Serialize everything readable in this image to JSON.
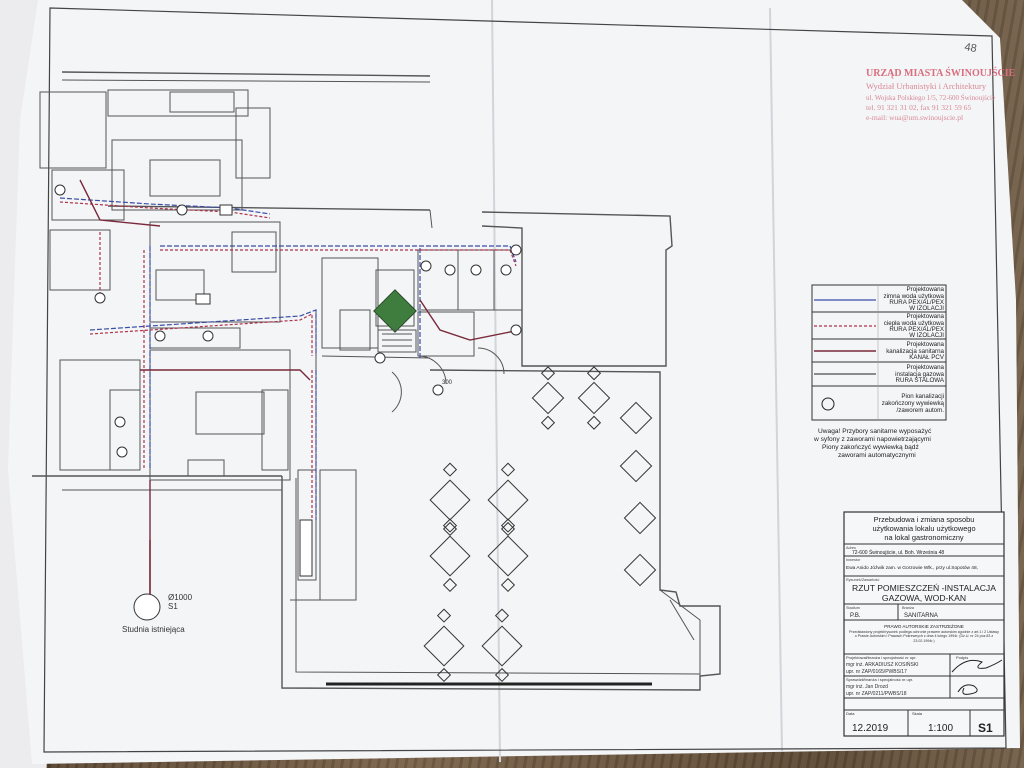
{
  "stamp": {
    "line1": "URZĄD MIASTA ŚWINOUJŚCIE",
    "line2": "Wydział Urbanistyki i Architektury",
    "line3": "ul. Wojska Polskiego 1/5, 72-600 Świnoujście",
    "line4": "tel. 91 321 31 02, fax 91 321 59 65",
    "line5": "e-mail: wua@um.swinoujscie.pl",
    "sheet_no": "48"
  },
  "legend": {
    "items": [
      {
        "line1": "Projektowana",
        "line2": "zimna woda użytkowa",
        "line3": "RURA PEX/AL/PEX",
        "line4": "W IZOLACJI",
        "color": "#3a4ea8"
      },
      {
        "line1": "Projektowana",
        "line2": "ciepła woda użytkowa",
        "line3": "RURA PEX/AL/PEX",
        "line4": "W IZOLACJI",
        "color": "#b0324a"
      },
      {
        "line1": "Projektowana",
        "line2": "kanalizacja sanitarna",
        "line3": "KANAŁ PCV",
        "line4": "",
        "color": "#7a2a3a"
      },
      {
        "line1": "Projektowana",
        "line2": "instalacja gazowa",
        "line3": "RURA STALOWA",
        "line4": "",
        "color": "#222"
      },
      {
        "line1": "Pion kanalizacji",
        "line2": "zakończony wywiewką",
        "line3": "/zaworem autom.",
        "line4": "",
        "color": "#222"
      }
    ],
    "note1": "Uwaga! Przybory sanitarne wyposażyć",
    "note2": "w syfony z zaworami napowietrzającymi",
    "note3": "Piony zakończyć wywiewką bądź",
    "note4": "zaworami automatycznymi"
  },
  "title_block": {
    "project_l1": "Przebudowa i zmiana sposobu",
    "project_l2": "użytkowania lokalu użytkowego",
    "project_l3": "na lokal gastronomiczny",
    "address_label": "Adres",
    "address": "72-600 Świnoujście, ul. Boh. Września 48",
    "investor_label": "Inwestor",
    "investor": "Ewa Anido Jóźwik zam. w Gorzowie Wlk., przy ul.Sopotów 48,",
    "drawing_label": "Rysunek/Zawartość",
    "drawing_l1": "RZUT POMIESZCZEŃ -INSTALACJA",
    "drawing_l2": "GAZOWA, WOD-KAN",
    "stage_label": "Stadium",
    "branch_label": "Branża",
    "stage": "P.B.",
    "branch": "SANITARNA",
    "rights_title": "PRAWO AUTORSKIE ZASTRZEŻONE",
    "rights_text": "Przedstawiony projekt/rysunek podlega ochronie prawem autorskim zgodnie z art.1 i 2 Ustawy o Prawie Autorskim i Prawach Pokrewnych z dnia 4 lutego 1994r. (Dz.U. nr 24 poz.83 z 23.02.1994r.)",
    "designer_role": "Projektował/branża i specjalność nr upr.",
    "designer_name": "mgr inż. ARKADIUSZ KOSIŃSKI",
    "designer_no": "upr. nr ZAP/0165/PWBS/17",
    "checker_role": "Sprawdził/branża i specjalność nr upr.",
    "checker_name": "mgr inż. Jan Drozd",
    "checker_no": "upr. nr ZAP/0211/PWBS/18",
    "signature_label": "Podpis",
    "date_label": "Data",
    "scale_label": "Skala",
    "date": "12.2019",
    "scale": "1:100",
    "sheet": "S1"
  },
  "plan": {
    "well_diameter": "Ø1000",
    "well_code": "S1",
    "well_label": "Studnia istniejąca",
    "level_300": "300"
  }
}
